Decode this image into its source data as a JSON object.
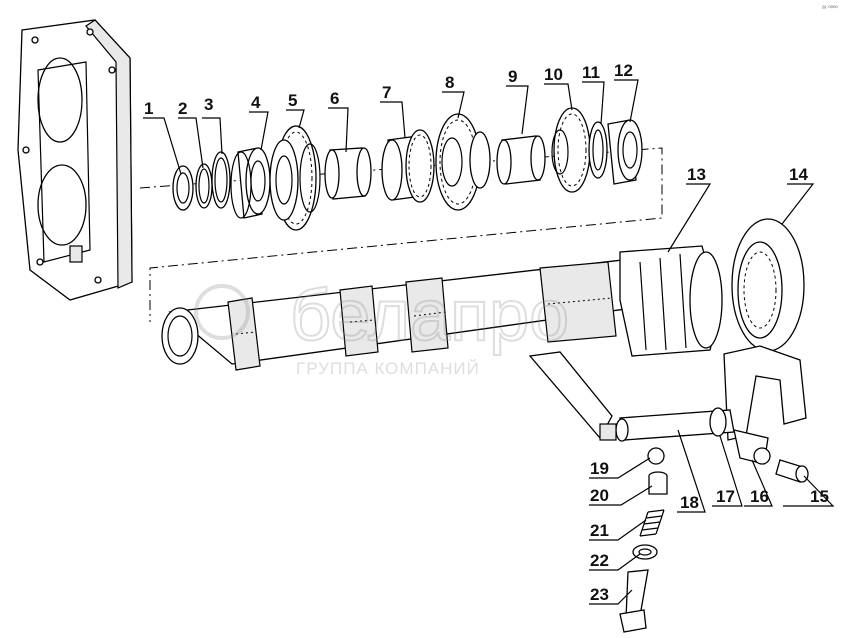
{
  "watermark": {
    "brand": "белапро",
    "sub": "ГРУППА КОМПАНИЙ"
  },
  "corner_mark": "²⁸ ⁰⁰⁰⁰",
  "callouts": [
    "1",
    "2",
    "3",
    "4",
    "5",
    "6",
    "7",
    "8",
    "9",
    "10",
    "11",
    "12",
    "13",
    "14",
    "15",
    "16",
    "17",
    "18",
    "19",
    "20",
    "21",
    "22",
    "23"
  ]
}
